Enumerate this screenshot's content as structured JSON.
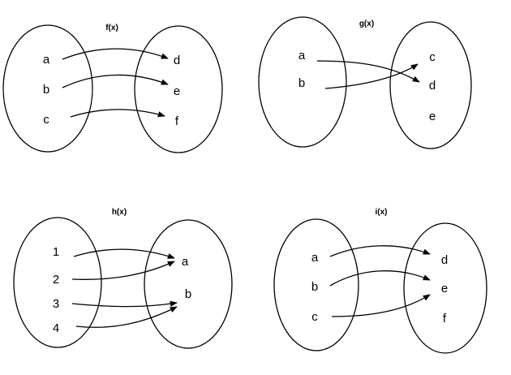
{
  "colors": {
    "stroke": "#000000",
    "text": "#000000",
    "background": "#ffffff"
  },
  "mappings": [
    {
      "name": "f(x)",
      "domain": [
        "a",
        "b",
        "c"
      ],
      "codomain": [
        "d",
        "e",
        "f"
      ],
      "pairs": [
        [
          "a",
          "d"
        ],
        [
          "b",
          "e"
        ],
        [
          "c",
          "f"
        ]
      ]
    },
    {
      "name": "g(x)",
      "domain": [
        "a",
        "b"
      ],
      "codomain": [
        "c",
        "d",
        "e"
      ],
      "pairs": [
        [
          "a",
          "d"
        ],
        [
          "b",
          "c"
        ]
      ]
    },
    {
      "name": "h(x)",
      "domain": [
        "1",
        "2",
        "3",
        "4"
      ],
      "codomain": [
        "a",
        "b"
      ],
      "pairs": [
        [
          "1",
          "a"
        ],
        [
          "2",
          "a"
        ],
        [
          "3",
          "b"
        ],
        [
          "4",
          "b"
        ]
      ]
    },
    {
      "name": "i(x)",
      "domain": [
        "a",
        "b",
        "c"
      ],
      "codomain": [
        "d",
        "e",
        "f"
      ],
      "pairs": [
        [
          "a",
          "d"
        ],
        [
          "b",
          "e"
        ],
        [
          "c",
          "e"
        ]
      ]
    }
  ]
}
